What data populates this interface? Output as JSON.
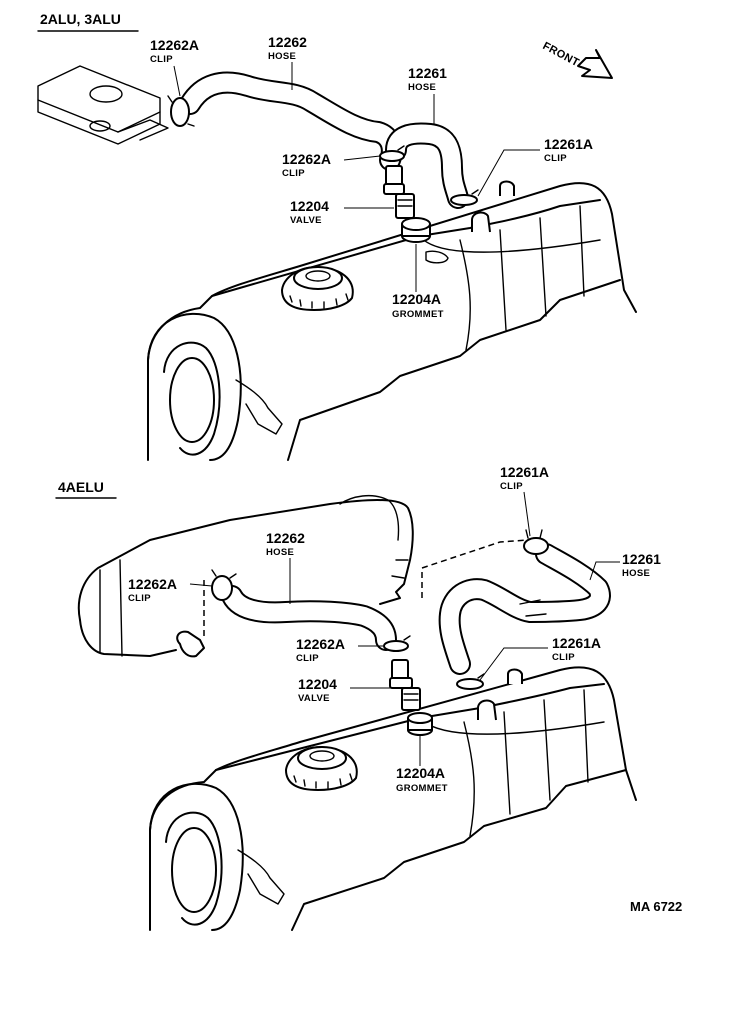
{
  "sections": [
    {
      "heading": "2ALU, 3ALU",
      "callouts": [
        {
          "number": "12262A",
          "name": "CLIP"
        },
        {
          "number": "12262",
          "name": "HOSE"
        },
        {
          "number": "12261",
          "name": "HOSE"
        },
        {
          "number": "12262A",
          "name": "CLIP"
        },
        {
          "number": "12261A",
          "name": "CLIP"
        },
        {
          "number": "12204",
          "name": "VALVE"
        },
        {
          "number": "12204A",
          "name": "GROMMET"
        }
      ]
    },
    {
      "heading": "4AELU",
      "callouts": [
        {
          "number": "12261A",
          "name": "CLIP"
        },
        {
          "number": "12262",
          "name": "HOSE"
        },
        {
          "number": "12261",
          "name": "HOSE"
        },
        {
          "number": "12262A",
          "name": "CLIP"
        },
        {
          "number": "12262A",
          "name": "CLIP"
        },
        {
          "number": "12261A",
          "name": "CLIP"
        },
        {
          "number": "12204",
          "name": "VALVE"
        },
        {
          "number": "12204A",
          "name": "GROMMET"
        }
      ]
    }
  ],
  "front_arrow_label": "FRONT",
  "reference_code": "MA 6722",
  "icons": {
    "front": "front-direction-arrow-icon"
  }
}
